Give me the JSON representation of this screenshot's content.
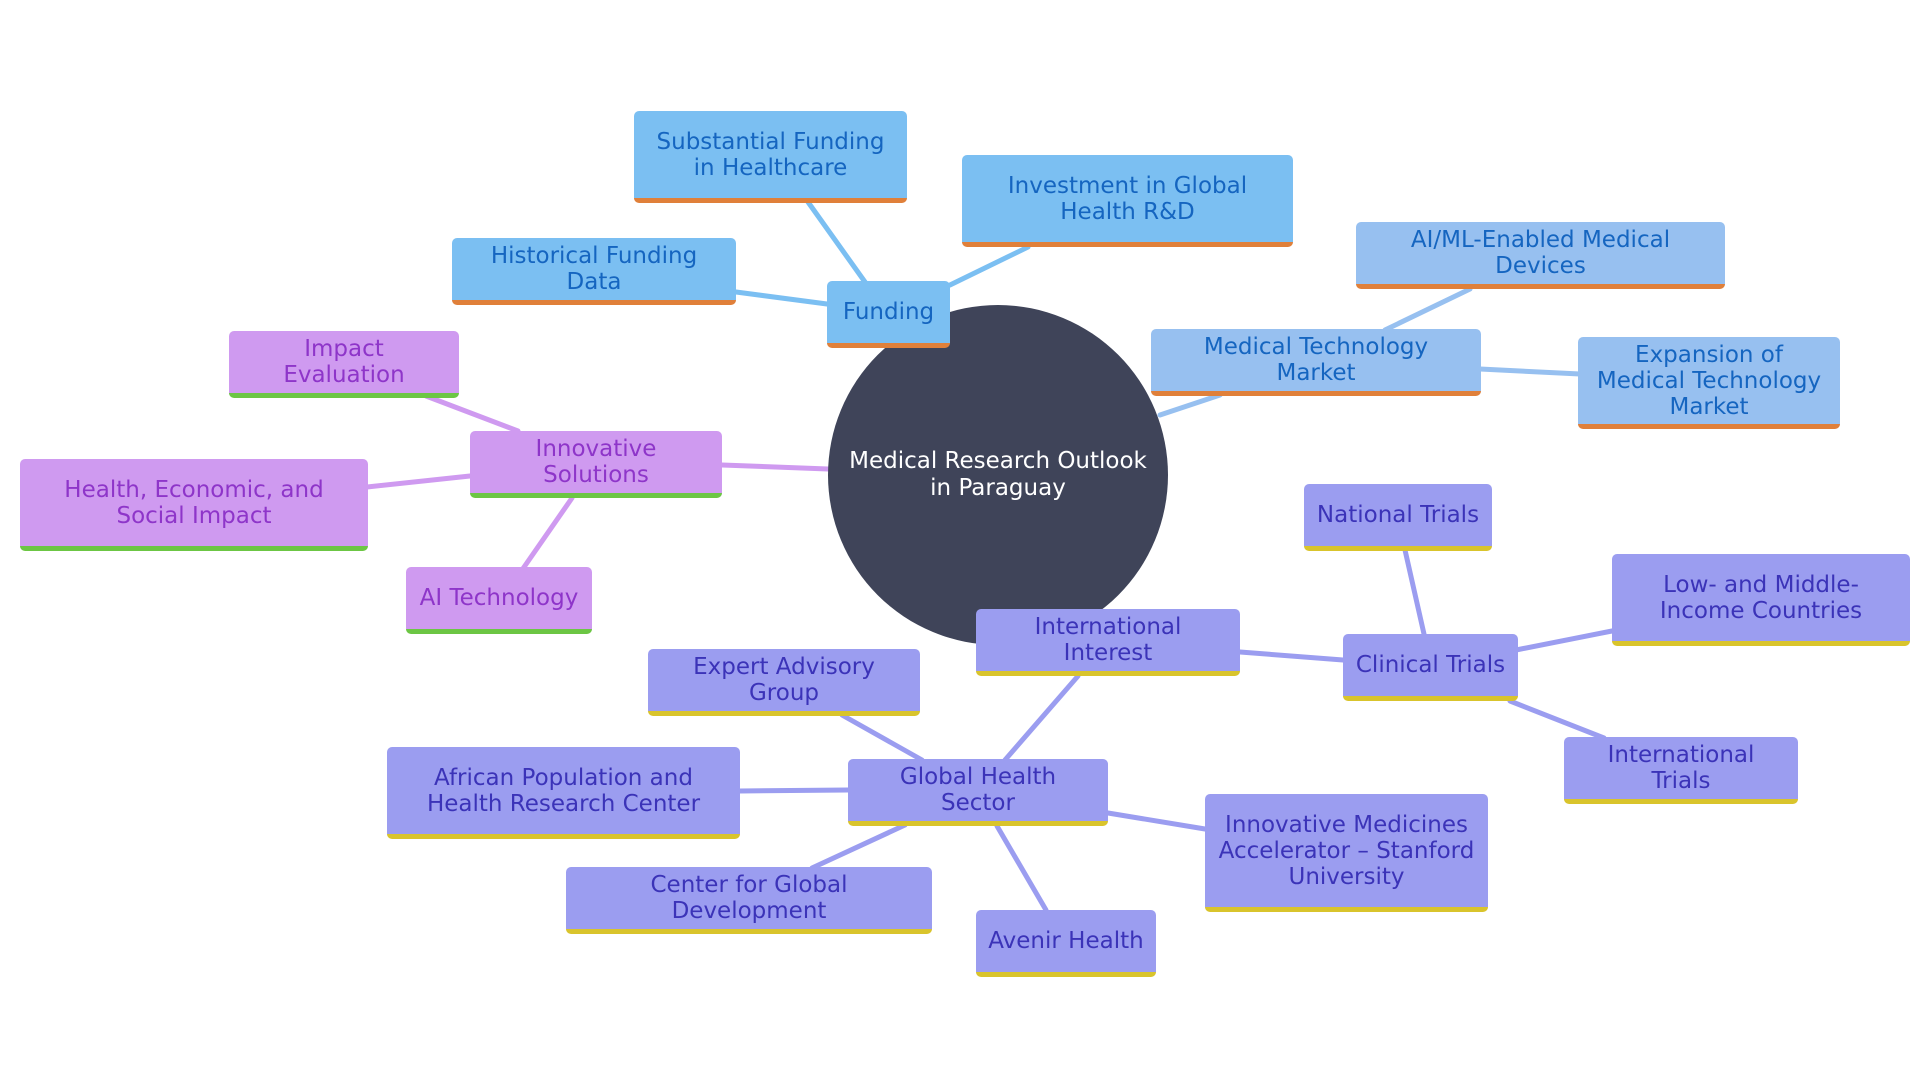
{
  "colors": {
    "center_fill": "#3f4459",
    "center_text": "#ffffff",
    "funding_fill": "#7bbff2",
    "funding_text": "#1565c0",
    "funding_edge": "#7bbff2",
    "funding_border": "#e0803a",
    "medtech_fill": "#97c0f0",
    "medtech_text": "#1565c0",
    "medtech_edge": "#97c0f0",
    "innov_fill": "#cf9af0",
    "innov_text": "#8e35c9",
    "innov_edge": "#cf9af0",
    "innov_border": "#6cc644",
    "intl_fill": "#9b9df0",
    "intl_text": "#3b33b8",
    "intl_edge": "#9b9df0",
    "intl_border": "#d9c42c"
  },
  "center": {
    "label": "Medical Research Outlook in Paraguay"
  },
  "nodes": {
    "funding": "Funding",
    "substantial_funding": "Substantial Funding in Healthcare",
    "historical_funding": "Historical Funding Data",
    "investment_global": "Investment in Global Health R&D",
    "medtech_market": "Medical Technology Market",
    "ai_ml_devices": "AI/ML-Enabled Medical Devices",
    "expansion_medtech": "Expansion of Medical Technology Market",
    "innovative_solutions": "Innovative Solutions",
    "impact_evaluation": "Impact Evaluation",
    "health_econ_social": "Health, Economic, and Social Impact",
    "ai_technology": "AI Technology",
    "international_interest": "International Interest",
    "clinical_trials": "Clinical Trials",
    "national_trials": "National Trials",
    "low_middle_income": "Low- and Middle-Income Countries",
    "international_trials": "International Trials",
    "global_health_sector": "Global Health Sector",
    "expert_advisory": "Expert Advisory Group",
    "african_population": "African Population and Health Research Center",
    "center_global_dev": "Center for Global Development",
    "avenir_health": "Avenir Health",
    "innovative_medicines": "Innovative Medicines Accelerator – Stanford University"
  }
}
